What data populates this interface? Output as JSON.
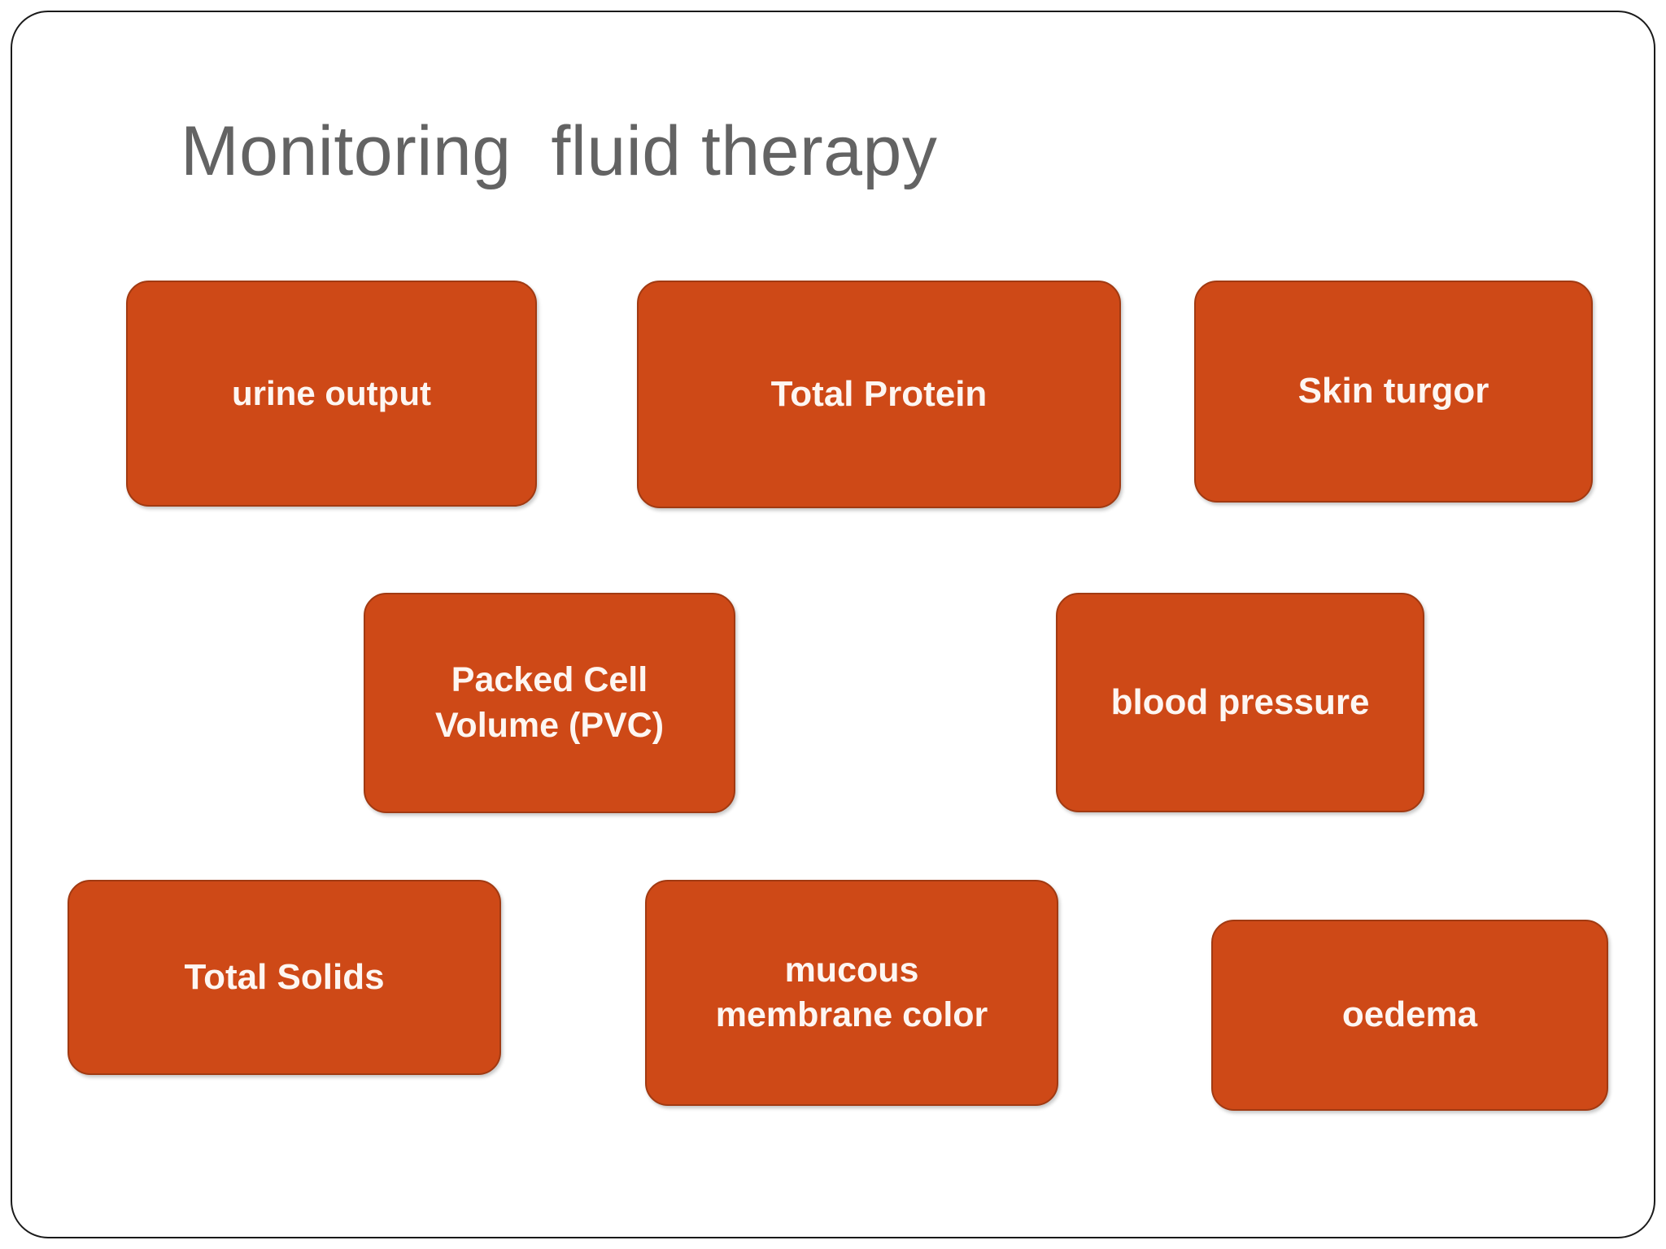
{
  "slide": {
    "title": "Monitoring  fluid therapy",
    "title_color": "#636363",
    "background_color": "#ffffff",
    "border_color": "#1a1a1a"
  },
  "theme": {
    "node_fill": "#CE4917",
    "node_stroke": "#A13A12",
    "node_text_color": "#FDF6F2"
  },
  "nodes": [
    {
      "id": "urine-output",
      "label": "urine output",
      "row": 1,
      "column": 1
    },
    {
      "id": "total-protein",
      "label": "Total Protein",
      "row": 1,
      "column": 2
    },
    {
      "id": "skin-turgor",
      "label": "Skin turgor",
      "row": 1,
      "column": 3
    },
    {
      "id": "packed-cell-volume",
      "label": "Packed Cell\nVolume (PVC)",
      "row": 2,
      "column": 1
    },
    {
      "id": "blood-pressure",
      "label": "blood pressure",
      "row": 2,
      "column": 2
    },
    {
      "id": "total-solids",
      "label": "Total Solids",
      "row": 3,
      "column": 1
    },
    {
      "id": "mucous-membrane",
      "label": "mucous\nmembrane color",
      "row": 3,
      "column": 2
    },
    {
      "id": "oedema",
      "label": "oedema",
      "row": 3,
      "column": 3
    }
  ]
}
